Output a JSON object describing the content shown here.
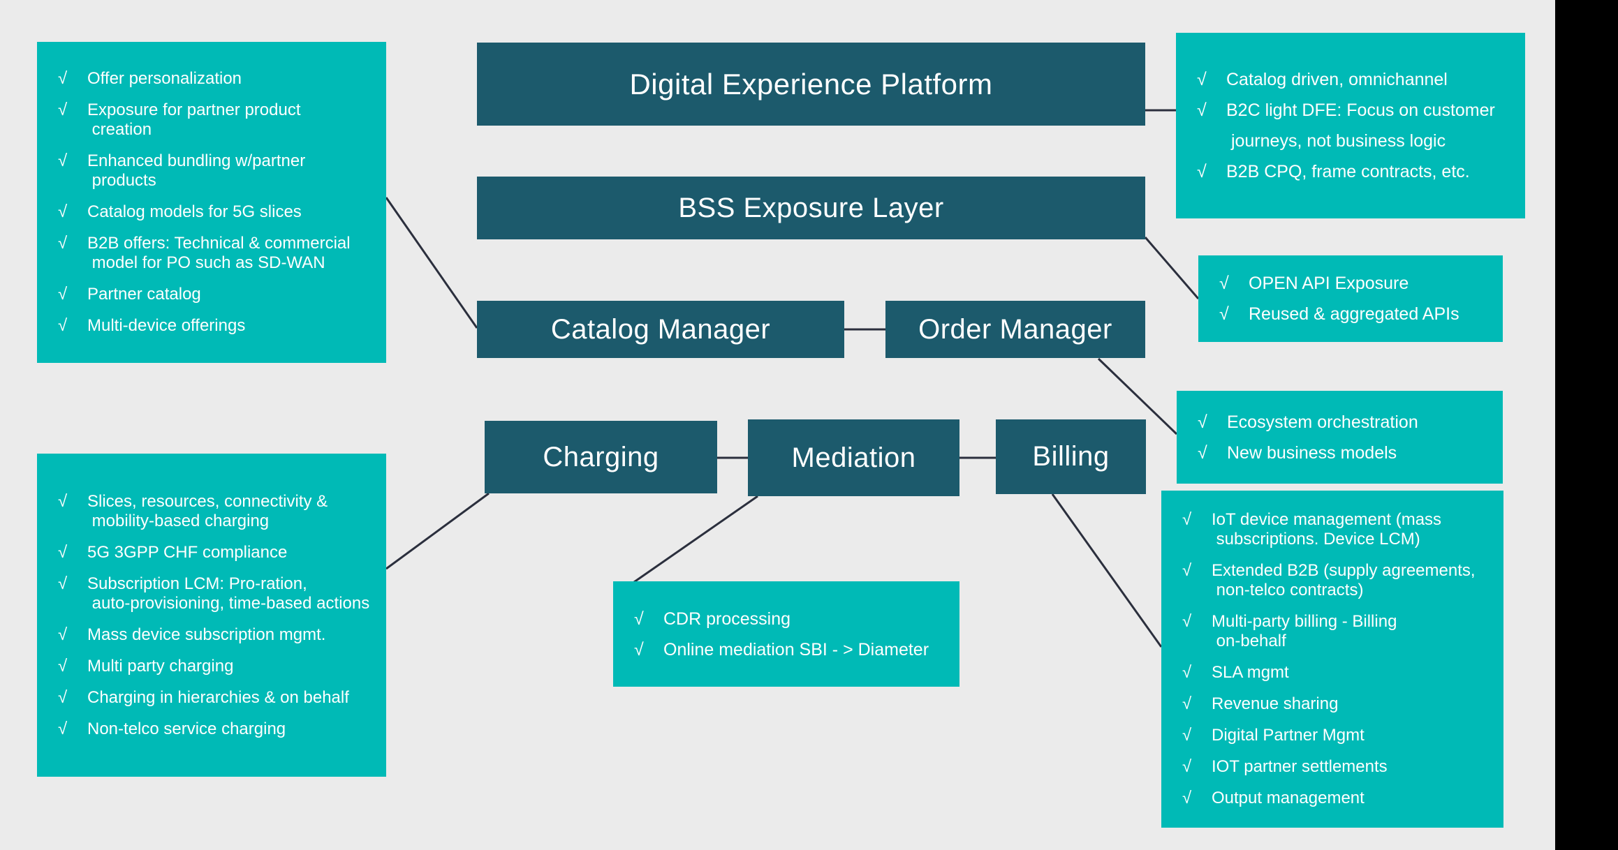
{
  "colors": {
    "bg": "#ebebeb",
    "box-dark": "#1c5a6c",
    "box-teal": "#00bab6",
    "text-light": "#ffffff",
    "connector": "#2b2f3d",
    "edge-bar": "#000000"
  },
  "check_glyph": "√",
  "boxes": {
    "digital_experience_platform": "Digital Experience Platform",
    "bss_exposure_layer": "BSS Exposure Layer",
    "catalog_manager": "Catalog Manager",
    "order_manager": "Order Manager",
    "charging": "Charging",
    "mediation": "Mediation",
    "billing": "Billing"
  },
  "callouts": {
    "catalog_manager_features": {
      "items": [
        "Offer personalization",
        "Exposure for partner product\n creation",
        "Enhanced bundling w/partner\n products",
        "Catalog models for 5G slices",
        "B2B offers: Technical & commercial\n model for PO such as SD-WAN",
        "Partner catalog",
        "Multi-device offerings"
      ]
    },
    "dxp_features": {
      "items": [
        "Catalog driven, omnichannel",
        "B2C light DFE: Focus on customer\n journeys, not business logic",
        "B2B CPQ, frame contracts, etc."
      ]
    },
    "api_exposure_features": {
      "items": [
        "OPEN API Exposure",
        "Reused & aggregated APIs"
      ]
    },
    "order_manager_features": {
      "items": [
        "Ecosystem orchestration",
        "New business models"
      ]
    },
    "mediation_features": {
      "items": [
        "CDR processing",
        "Online mediation SBI - > Diameter"
      ]
    },
    "charging_features": {
      "items": [
        "Slices, resources, connectivity &\n mobility-based charging",
        "5G 3GPP CHF compliance",
        "Subscription LCM: Pro-ration,\n auto-provisioning, time-based actions",
        "Mass device subscription mgmt.",
        "Multi party charging",
        "Charging in hierarchies & on behalf",
        "Non-telco service charging"
      ]
    },
    "billing_features": {
      "items": [
        "IoT device management (mass\n subscriptions. Device LCM)",
        "Extended B2B (supply agreements,\n non-telco contracts)",
        "Multi-party billing - Billing\n on-behalf",
        "SLA mgmt",
        "Revenue sharing",
        "Digital Partner Mgmt",
        "IOT partner settlements",
        "Output management"
      ]
    }
  }
}
